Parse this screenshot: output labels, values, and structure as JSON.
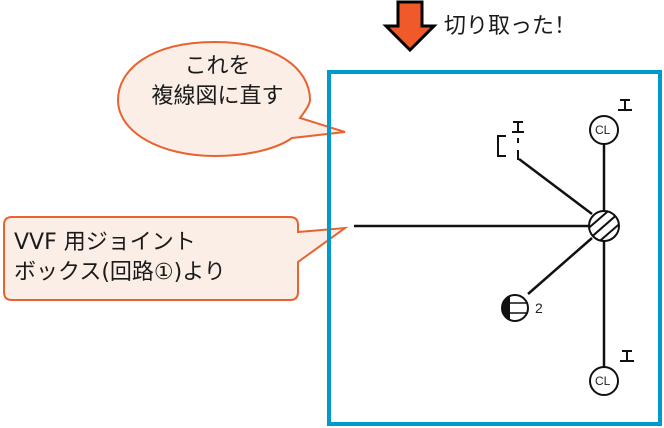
{
  "header": {
    "arrow_icon": "down-arrow",
    "arrow_color": "#f05a28",
    "caption": "切り取った！"
  },
  "callouts": {
    "top_bubble": {
      "lines": [
        "これを",
        "複線図に直す"
      ],
      "fill": "#fbeee6",
      "stroke": "#e8632f"
    },
    "left_box": {
      "lines": [
        "VVF 用ジョイント",
        "ボックス(回路①)より"
      ],
      "fill": "#fbeee6",
      "stroke": "#e8632f"
    }
  },
  "diagram": {
    "frame_color": "#0099cc",
    "symbols": {
      "ceiling_light_top": {
        "label": "CL",
        "mark": "I"
      },
      "ceiling_light_bottom": {
        "label": "CL",
        "mark": "I"
      },
      "switch_top": {
        "mark": "I"
      },
      "junction_box": {
        "type": "hatched-circle"
      },
      "outlet": {
        "count": "2"
      }
    }
  }
}
